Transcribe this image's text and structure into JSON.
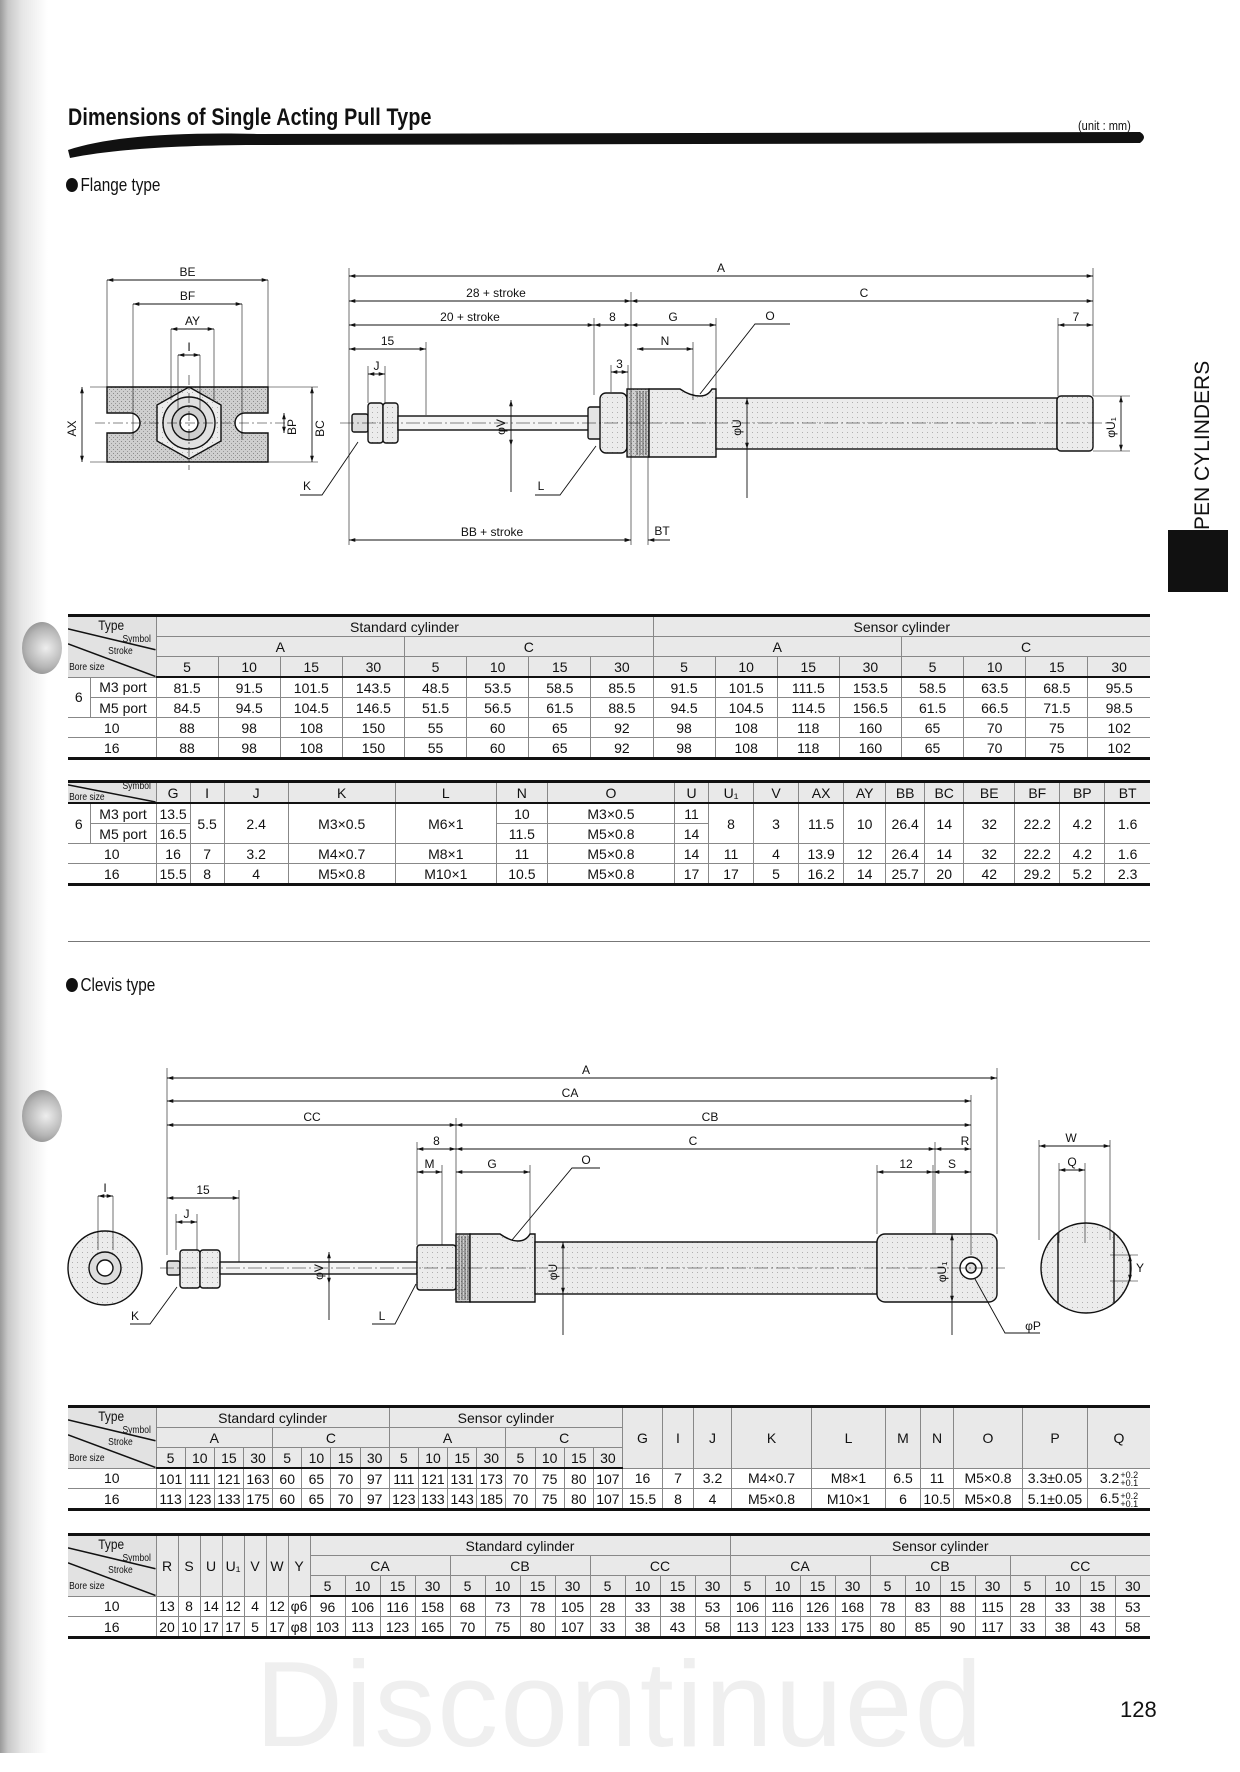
{
  "page": {
    "title": "Dimensions of Single Acting Pull Type",
    "unit": "(unit : mm)",
    "side_tab": "PEN CYLINDERS",
    "watermark": "Discontinued",
    "page_number": "128"
  },
  "flange": {
    "label": "Flange type",
    "diagram": {
      "BE": "BE",
      "BF": "BF",
      "AY": "AY",
      "I": "I",
      "AX": "AX",
      "BP": "BP",
      "BC": "BC",
      "A": "A",
      "C": "C",
      "s28": "28 + stroke",
      "s20": "20 + stroke",
      "d8": "8",
      "G": "G",
      "O": "O",
      "d7": "7",
      "d15": "15",
      "N": "N",
      "J": "J",
      "d3": "3",
      "K": "K",
      "L": "L",
      "V": "φV",
      "U": "φU",
      "U1": "φU₁",
      "BB": "BB + stroke",
      "BT": "BT"
    },
    "table1": {
      "type_label": "Type",
      "symbol_label": "Symbol",
      "stroke_label": "Stroke",
      "bore_label": "Bore size",
      "groups": [
        "Standard cylinder",
        "Sensor cylinder"
      ],
      "symbols": [
        "A",
        "C",
        "A",
        "C"
      ],
      "strokes": [
        "5",
        "10",
        "15",
        "30"
      ],
      "bore_6": "6",
      "rows": [
        {
          "port": "M3 port",
          "values": [
            "81.5",
            "91.5",
            "101.5",
            "143.5",
            "48.5",
            "53.5",
            "58.5",
            "85.5",
            "91.5",
            "101.5",
            "111.5",
            "153.5",
            "58.5",
            "63.5",
            "68.5",
            "95.5"
          ]
        },
        {
          "port": "M5 port",
          "values": [
            "84.5",
            "94.5",
            "104.5",
            "146.5",
            "51.5",
            "56.5",
            "61.5",
            "88.5",
            "94.5",
            "104.5",
            "114.5",
            "156.5",
            "61.5",
            "66.5",
            "71.5",
            "98.5"
          ]
        },
        {
          "bore": "10",
          "values": [
            "88",
            "98",
            "108",
            "150",
            "55",
            "60",
            "65",
            "92",
            "98",
            "108",
            "118",
            "160",
            "65",
            "70",
            "75",
            "102"
          ]
        },
        {
          "bore": "16",
          "values": [
            "88",
            "98",
            "108",
            "150",
            "55",
            "60",
            "65",
            "92",
            "98",
            "108",
            "118",
            "160",
            "65",
            "70",
            "75",
            "102"
          ]
        }
      ]
    },
    "table2": {
      "symbol_label": "Symbol",
      "bore_label": "Bore size",
      "headers": [
        "G",
        "I",
        "J",
        "K",
        "L",
        "N",
        "O",
        "U",
        "U₁",
        "V",
        "AX",
        "AY",
        "BB",
        "BC",
        "BE",
        "BF",
        "BP",
        "BT"
      ],
      "row6": {
        "bore": "6",
        "m3_port": "M3 port",
        "m5_port": "M5 port",
        "m3": {
          "G": "13.5",
          "N": "10",
          "O": "M3×0.5",
          "U": "11"
        },
        "m5": {
          "G": "16.5",
          "N": "11.5",
          "O": "M5×0.8",
          "U": "14"
        },
        "shared": {
          "I": "5.5",
          "J": "2.4",
          "K": "M3×0.5",
          "L": "M6×1",
          "U1": "8",
          "V": "3",
          "AX": "11.5",
          "AY": "10",
          "BB": "26.4",
          "BC": "14",
          "BE": "32",
          "BF": "22.2",
          "BP": "4.2",
          "BT": "1.6"
        }
      },
      "rows": [
        {
          "bore": "10",
          "values": [
            "16",
            "7",
            "3.2",
            "M4×0.7",
            "M8×1",
            "11",
            "M5×0.8",
            "14",
            "11",
            "4",
            "13.9",
            "12",
            "26.4",
            "14",
            "32",
            "22.2",
            "4.2",
            "1.6"
          ]
        },
        {
          "bore": "16",
          "values": [
            "15.5",
            "8",
            "4",
            "M5×0.8",
            "M10×1",
            "10.5",
            "M5×0.8",
            "17",
            "17",
            "5",
            "16.2",
            "14",
            "25.7",
            "20",
            "42",
            "29.2",
            "5.2",
            "2.3"
          ]
        }
      ]
    }
  },
  "clevis": {
    "label": "Clevis type",
    "diagram": {
      "A": "A",
      "CA": "CA",
      "CC": "CC",
      "CB": "CB",
      "d8": "8",
      "C": "C",
      "R": "R",
      "M": "M",
      "G": "G",
      "O": "O",
      "d12": "12",
      "S": "S",
      "W": "W",
      "Q": "Q",
      "I": "I",
      "d15": "15",
      "J": "J",
      "K": "K",
      "L": "L",
      "V": "φV",
      "U": "φU",
      "U1": "φU₁",
      "P": "φP",
      "Y": "Y"
    },
    "table3": {
      "type_label": "Type",
      "symbol_label": "Symbol",
      "stroke_label": "Stroke",
      "bore_label": "Bore size",
      "groups": [
        "Standard cylinder",
        "Sensor cylinder"
      ],
      "symbols": [
        "A",
        "C",
        "A",
        "C"
      ],
      "strokes": [
        "5",
        "10",
        "15",
        "30"
      ],
      "headers": [
        "G",
        "I",
        "J",
        "K",
        "L",
        "M",
        "N",
        "O",
        "P",
        "Q"
      ],
      "rows": [
        {
          "bore": "10",
          "values": [
            "101",
            "111",
            "121",
            "163",
            "60",
            "65",
            "70",
            "97",
            "111",
            "121",
            "131",
            "173",
            "70",
            "75",
            "80",
            "107",
            "16",
            "7",
            "3.2",
            "M4×0.7",
            "M8×1",
            "6.5",
            "11",
            "M5×0.8",
            "3.3±0.05"
          ],
          "q": {
            "base": "3.2",
            "upper": "+0.2",
            "lower": "+0.1"
          }
        },
        {
          "bore": "16",
          "values": [
            "113",
            "123",
            "133",
            "175",
            "60",
            "65",
            "70",
            "97",
            "123",
            "133",
            "143",
            "185",
            "70",
            "75",
            "80",
            "107",
            "15.5",
            "8",
            "4",
            "M5×0.8",
            "M10×1",
            "6",
            "10.5",
            "M5×0.8",
            "5.1±0.05"
          ],
          "q": {
            "base": "6.5",
            "upper": "+0.2",
            "lower": "+0.1"
          }
        }
      ]
    },
    "table4": {
      "type_label": "Type",
      "symbol_label": "Symbol",
      "stroke_label": "Stroke",
      "bore_label": "Bore size",
      "headers": [
        "R",
        "S",
        "U",
        "U₁",
        "V",
        "W",
        "Y"
      ],
      "groups": [
        "Standard cylinder",
        "Sensor cylinder"
      ],
      "symbols": [
        "CA",
        "CB",
        "CC",
        "CA",
        "CB",
        "CC"
      ],
      "strokes": [
        "5",
        "10",
        "15",
        "30"
      ],
      "rows": [
        {
          "bore": "10",
          "values": [
            "13",
            "8",
            "14",
            "12",
            "4",
            "12",
            "φ6",
            "96",
            "106",
            "116",
            "158",
            "68",
            "73",
            "78",
            "105",
            "28",
            "33",
            "38",
            "53",
            "106",
            "116",
            "126",
            "168",
            "78",
            "83",
            "88",
            "115",
            "28",
            "33",
            "38",
            "53"
          ]
        },
        {
          "bore": "16",
          "values": [
            "20",
            "10",
            "17",
            "17",
            "5",
            "17",
            "φ8",
            "103",
            "113",
            "123",
            "165",
            "70",
            "75",
            "80",
            "107",
            "33",
            "38",
            "43",
            "58",
            "113",
            "123",
            "133",
            "175",
            "80",
            "85",
            "90",
            "117",
            "33",
            "38",
            "43",
            "58"
          ]
        }
      ]
    }
  }
}
